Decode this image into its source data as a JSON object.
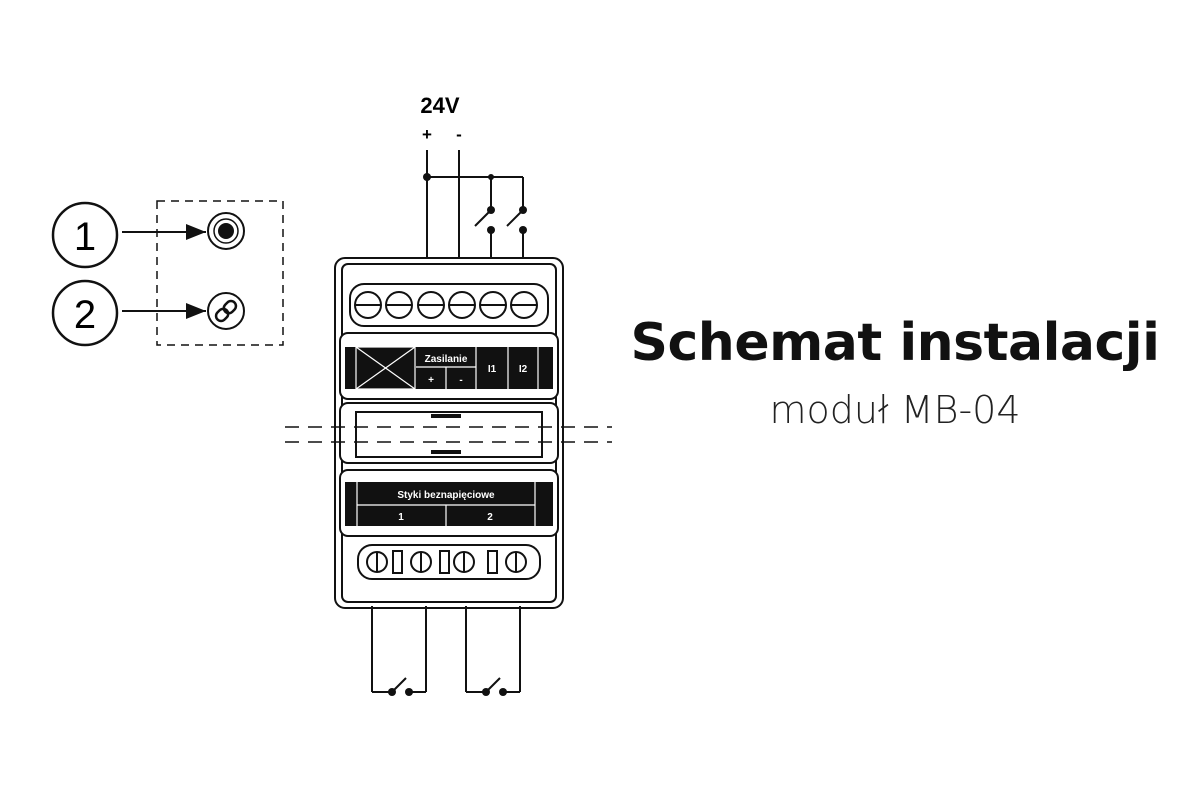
{
  "title": "Schemat instalacji",
  "subtitle": "moduł MB-04",
  "supply": {
    "voltage": "24V",
    "plus": "+",
    "minus": "-"
  },
  "module": {
    "power_label": "Zasilanie",
    "power_plus": "+",
    "power_minus": "-",
    "input1": "I1",
    "input2": "I2",
    "contacts_label": "Styki beznapięciowe",
    "contact1": "1",
    "contact2": "2"
  },
  "legend": [
    {
      "number": "1",
      "icon": "led-indicator-icon"
    },
    {
      "number": "2",
      "icon": "link-icon"
    }
  ]
}
